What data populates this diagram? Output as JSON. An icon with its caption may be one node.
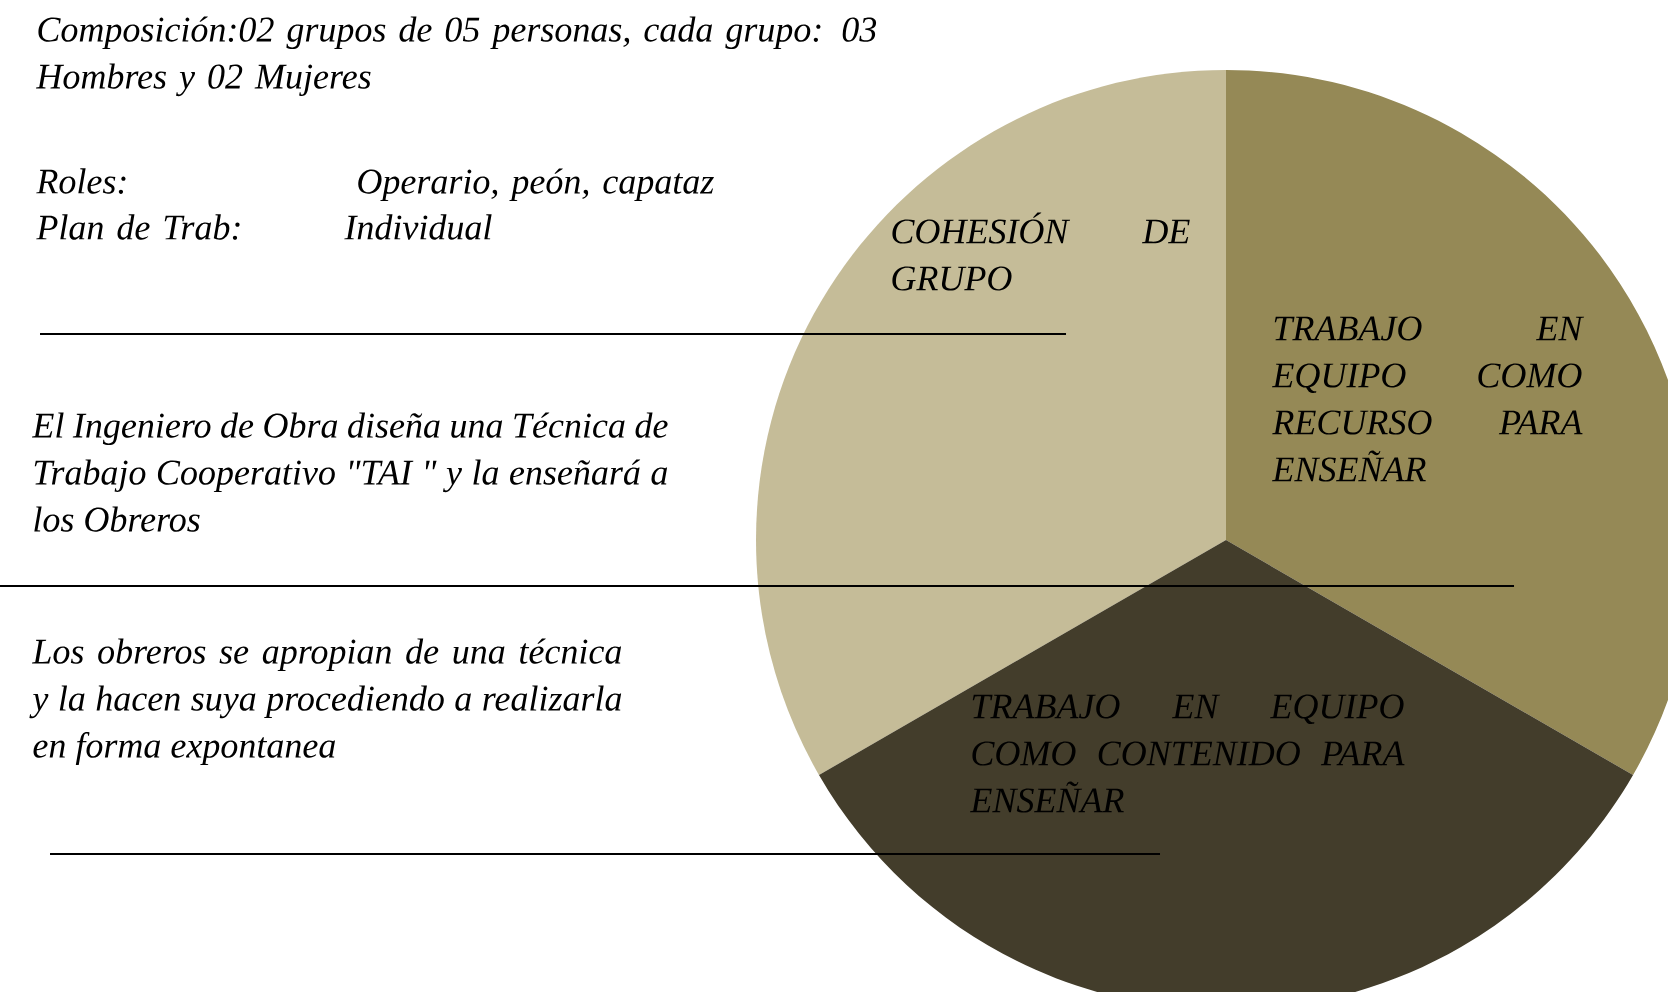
{
  "diagram": {
    "nodes": [
      {
        "text": [
          "COHESIÓN DE GRUPO"
        ]
      },
      {
        "text": [
          "TRABAJO EN EQUIPO COMO RECURSO PARA ENSEÑAR"
        ]
      },
      {
        "text": [
          "TRABAJO EN EQUIPO COMO CONTENIDO PARA ENSEÑAR"
        ]
      }
    ],
    "labels": [
      "Composición:02 grupos de 05 personas, cada grupo: 03 Hombres y 02 Mujeres",
      "Roles:",
      "Operario, peón, capataz",
      "Plan de Trab:",
      "Individual",
      "El Ingeniero de Obra diseña una Técnica de Trabajo Cooperativo \"TAI \" y la enseñará a los Obreros",
      "Los obreros se apropian de una técnica y la hacen suya procediendo a realizarla en forma expontanea"
    ]
  }
}
